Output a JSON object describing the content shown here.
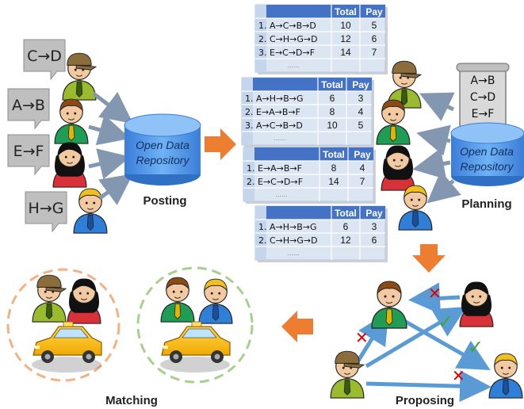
{
  "stages": {
    "posting": "Posting",
    "planning": "Planning",
    "proposing": "Proposing",
    "matching": "Matching"
  },
  "repository": {
    "line1": "Open Data",
    "line2": "Repository"
  },
  "requests": [
    {
      "from": "C",
      "to": "D"
    },
    {
      "from": "A",
      "to": "B"
    },
    {
      "from": "E",
      "to": "F"
    },
    {
      "from": "H",
      "to": "G"
    }
  ],
  "arrow_glyph": "→",
  "scroll_items": [
    "A→B",
    "C→D",
    "E→F",
    "H→G"
  ],
  "route_tables": [
    {
      "headers": [
        "Total",
        "Pay"
      ],
      "rows": [
        {
          "route": "1. A→C→B→D",
          "total": "10",
          "pay": "5"
        },
        {
          "route": "2. C→H→G→D",
          "total": "12",
          "pay": "6"
        },
        {
          "route": "3. E→C→D→F",
          "total": "14",
          "pay": "7"
        }
      ],
      "footer": "......"
    },
    {
      "headers": [
        "Total",
        "Pay"
      ],
      "rows": [
        {
          "route": "1. A→H→B→G",
          "total": "6",
          "pay": "3"
        },
        {
          "route": "2. E→A→B→F",
          "total": "8",
          "pay": "4"
        },
        {
          "route": "3. A→C→B→D",
          "total": "10",
          "pay": "5"
        }
      ],
      "footer": "......"
    },
    {
      "headers": [
        "Total",
        "Pay"
      ],
      "rows": [
        {
          "route": "1. E→A→B→F",
          "total": "8",
          "pay": "4"
        },
        {
          "route": "2. E→C→D→F",
          "total": "14",
          "pay": "7"
        }
      ],
      "footer": "......"
    },
    {
      "headers": [
        "Total",
        "Pay"
      ],
      "rows": [
        {
          "route": "1. A→H→B→G",
          "total": "6",
          "pay": "3"
        },
        {
          "route": "2. C→H→G→D",
          "total": "12",
          "pay": "6"
        }
      ],
      "footer": "......"
    }
  ],
  "colors": {
    "orange_arrow": "#ed7d31",
    "blue_arrow": "#5b9bd5",
    "gray_arrow": "#8497b0",
    "cylinder": "#4a90e2",
    "table_header": "#4472c4",
    "table_body": "#dce6f2",
    "reject": "#e00000",
    "accept": "#3aa835",
    "match_circle_1": "#f4b183",
    "match_circle_2": "#a9d18e"
  }
}
